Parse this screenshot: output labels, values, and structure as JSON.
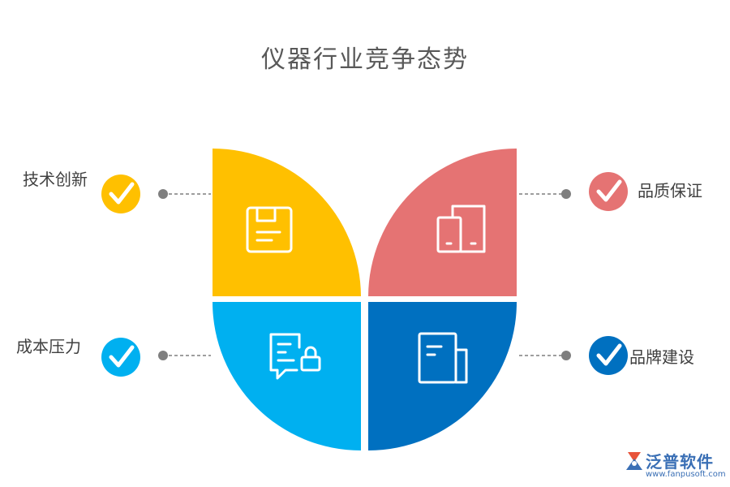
{
  "title": "仪器行业竞争态势",
  "colors": {
    "yellow": "#FFC000",
    "salmon": "#E57373",
    "light_blue": "#00B0F0",
    "dark_blue": "#0070C0",
    "connector": "#7F7F7F"
  },
  "items": [
    {
      "label": "技术创新",
      "color": "#FFC000",
      "icon": "save-icon"
    },
    {
      "label": "品质保证",
      "color": "#E57373",
      "icon": "tablet-devices-icon"
    },
    {
      "label": "成本压力",
      "color": "#00B0F0",
      "icon": "message-lock-icon"
    },
    {
      "label": "品牌建设",
      "color": "#0070C0",
      "icon": "document-icon"
    }
  ],
  "badge_icon": "checkmark-icon",
  "logo": {
    "name": "泛普软件",
    "url": "www.fanpusoft.com"
  }
}
